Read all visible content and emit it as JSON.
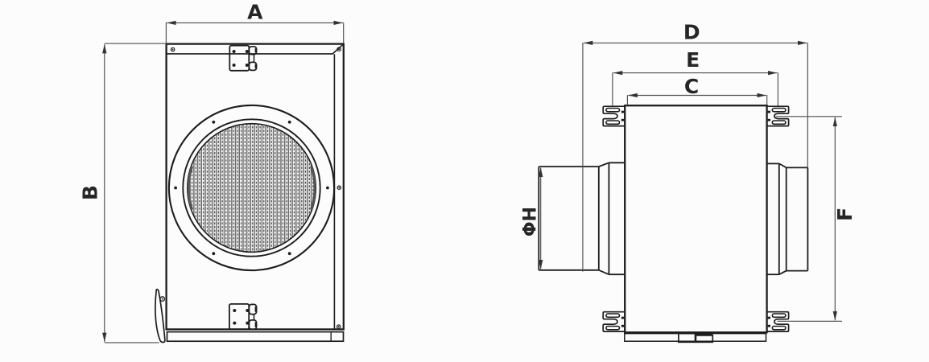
{
  "drawing": {
    "type": "technical-dimension-drawing",
    "background": "#fcfcfc",
    "line_colors": {
      "object": "#1d1d1b",
      "dimension": "#4d4d4d",
      "label": "#262624",
      "grille_bar": "#6f6f6f",
      "grille_dots": "#2e2e2e"
    },
    "views": [
      {
        "id": "front-view",
        "description": "Front view: rectangular access door with circular mesh grille, two hinges and a latch"
      },
      {
        "id": "side-view",
        "description": "Side view: casing with round duct spigots both sides and slotted mounting brackets at the corners"
      }
    ],
    "dimension_labels": {
      "A": "A",
      "B": "B",
      "C": "C",
      "D": "D",
      "E": "E",
      "F": "F",
      "PhiH": "ΦH"
    }
  }
}
